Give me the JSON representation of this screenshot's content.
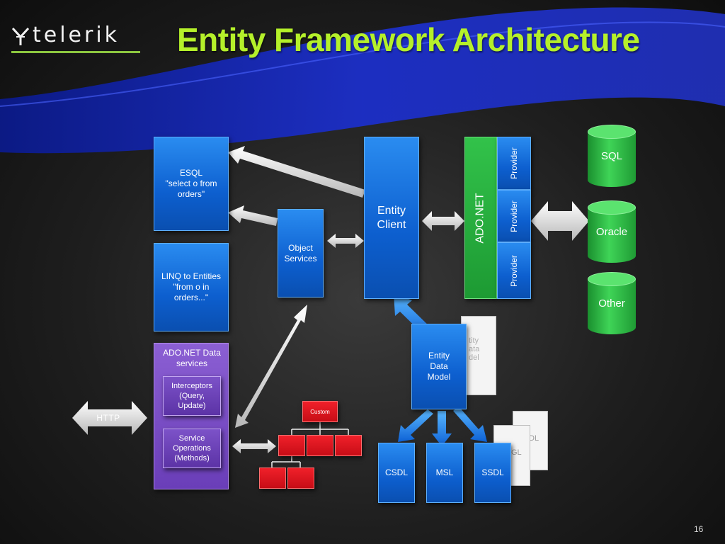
{
  "header": {
    "logo_text": "telerik",
    "title": "Entity Framework Architecture"
  },
  "diagram": {
    "esql": "ESQL\n\"select o from\norders\"",
    "linq": "LINQ to Entities\n\"from o in\norders...\"",
    "object_services": "Object\nServices",
    "entity_client": "Entity\nClient",
    "adonet": "ADO.NET",
    "providers": [
      "Provider",
      "Provider",
      "Provider"
    ],
    "databases": [
      "SQL",
      "Oracle",
      "Other"
    ],
    "data_services": {
      "title": "ADO.NET Data\nservices",
      "interceptors": "Interceptors\n(Query,\nUpdate)",
      "service_operations": "Service\nOperations\n(Methods)"
    },
    "http": "HTTP",
    "custom": "Custom",
    "entity_data_model": "Entity\nData\nModel",
    "edm_shadow": "tity\nata\ndel",
    "schemas": [
      "CSDL",
      "MSL",
      "SSDL"
    ],
    "schema_shadows": [
      "DL",
      "GL"
    ]
  },
  "footer": {
    "slide_number": "16"
  },
  "colors": {
    "title": "#b5f02a",
    "blue_box": "#0d5fcf",
    "green_box": "#1d9a33",
    "purple_box": "#6a3eb8",
    "red_box": "#e0141c"
  }
}
